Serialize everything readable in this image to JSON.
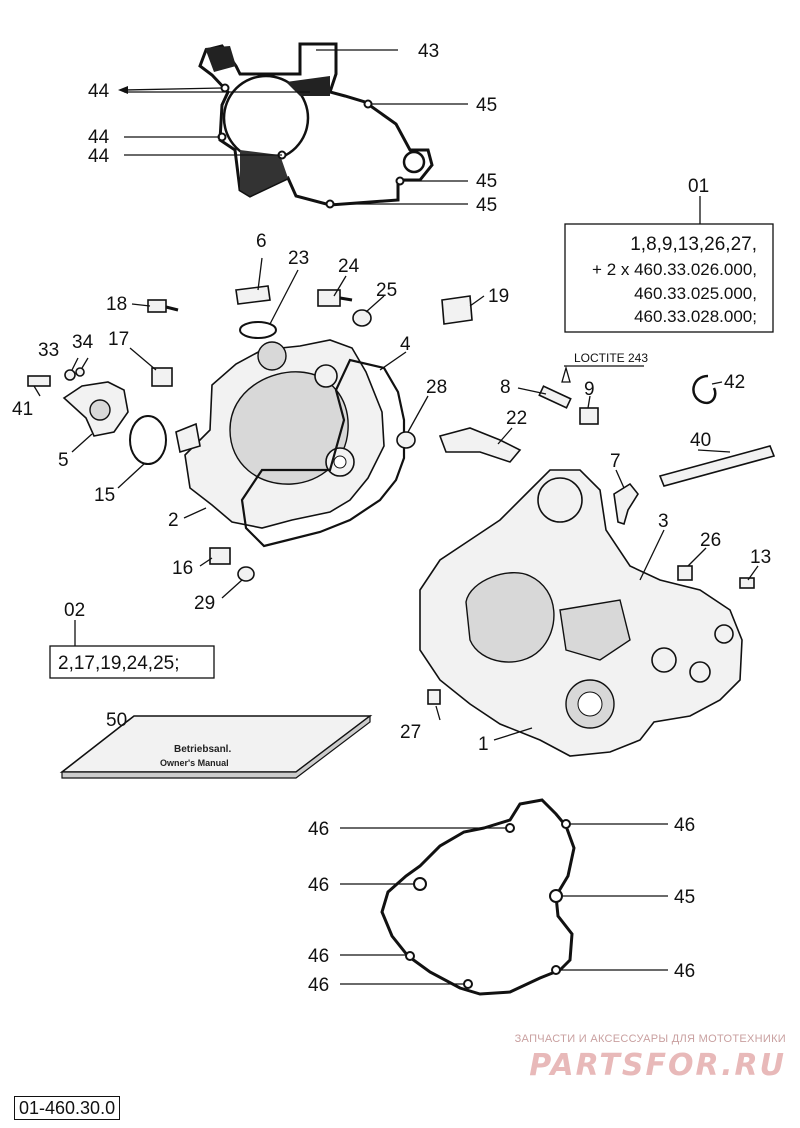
{
  "labels": {
    "n43": "43",
    "n44a": "44",
    "n44b": "44",
    "n44c": "44",
    "n45a": "45",
    "n45b": "45",
    "n45c": "45",
    "n01": "01",
    "n6": "6",
    "n23": "23",
    "n24": "24",
    "n25": "25",
    "n18": "18",
    "n19": "19",
    "n4": "4",
    "n33": "33",
    "n34": "34",
    "n17": "17",
    "n41": "41",
    "n5": "5",
    "n15": "15",
    "n2": "2",
    "n28": "28",
    "n8": "8",
    "n9": "9",
    "n42": "42",
    "n22": "22",
    "n40": "40",
    "n7": "7",
    "n3": "3",
    "n26": "26",
    "n13": "13",
    "n16": "16",
    "n29": "29",
    "n02": "02",
    "n50": "50",
    "n27": "27",
    "n1": "1",
    "n46a": "46",
    "n46b": "46",
    "n46c": "46",
    "n46d": "46",
    "n46e": "46",
    "n45d": "45",
    "n46f": "46"
  },
  "kit_01": {
    "line1": "1,8,9,13,26,27,",
    "line2": "+ 2 x 460.33.026.000,",
    "line3": "460.33.025.000,",
    "line4": "460.33.028.000;"
  },
  "kit_02": {
    "line1": "2,17,19,24,25;"
  },
  "loctite": "LOCTITE 243",
  "frame_code": "01-460.30.0",
  "watermark": {
    "top": "ЗАПЧАСТИ И АКСЕССУАРЫ ДЛЯ МОТОТЕХНИКИ",
    "logo": "PARTSFOR.RU"
  }
}
